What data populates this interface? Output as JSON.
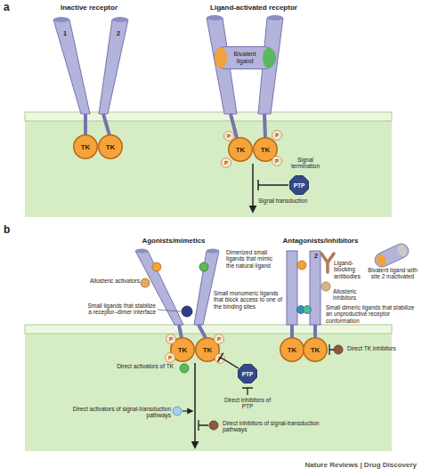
{
  "diagram": {
    "nodes": [
      {
        "text": [
          "Bivalent ligand"
        ]
      },
      {
        "text": [
          "TK"
        ]
      },
      {
        "text": [
          "TK"
        ]
      },
      {
        "text": [
          "TK"
        ]
      },
      {
        "text": [
          "TK"
        ]
      },
      {
        "text": [
          "P"
        ]
      },
      {
        "text": [
          "P"
        ]
      },
      {
        "text": [
          "P"
        ]
      },
      {
        "text": [
          "P"
        ]
      },
      {
        "text": [
          "PTP"
        ]
      },
      {
        "text": [
          "TK"
        ]
      },
      {
        "text": [
          "TK"
        ]
      },
      {
        "text": [
          "P"
        ]
      },
      {
        "text": [
          "P"
        ]
      },
      {
        "text": [
          "P"
        ]
      },
      {
        "text": [
          "P"
        ]
      },
      {
        "text": [
          "PTP"
        ]
      },
      {
        "text": [
          "TK"
        ]
      },
      {
        "text": [
          "TK"
        ]
      }
    ],
    "edges": [
      {
        "from": 16,
        "to": 11,
        "arrow": "to"
      }
    ],
    "labels": [
      "a",
      "Inactive receptor",
      "Ligand-activated receptor",
      "1",
      "2",
      "Signal termination",
      "Signal transduction",
      "b",
      "Agonists/mimetics",
      "Antagonists/inhibitors",
      "Dimerized small ligands that mimic the natural ligand",
      "Allosteric activators",
      "Small ligands that stabilize a receptor–dimer interface",
      "Direct activators of TK",
      "Direct inhibitors of PTP",
      "Direct activators of signal-transduction pathways",
      "Direct inhibitors of signal-transduction pathways",
      "Small monomeric ligands that block access to one of the binding sites",
      "2",
      "Ligand-blocking antibodies",
      "Allosteric inhibitors",
      "Bivalent ligand with site 2 inactivated",
      "Small dimeric ligands that stabilize an unproductive receptor conformation",
      "Direct TK inhibitors",
      "Nature Reviews | Drug Discovery"
    ]
  }
}
